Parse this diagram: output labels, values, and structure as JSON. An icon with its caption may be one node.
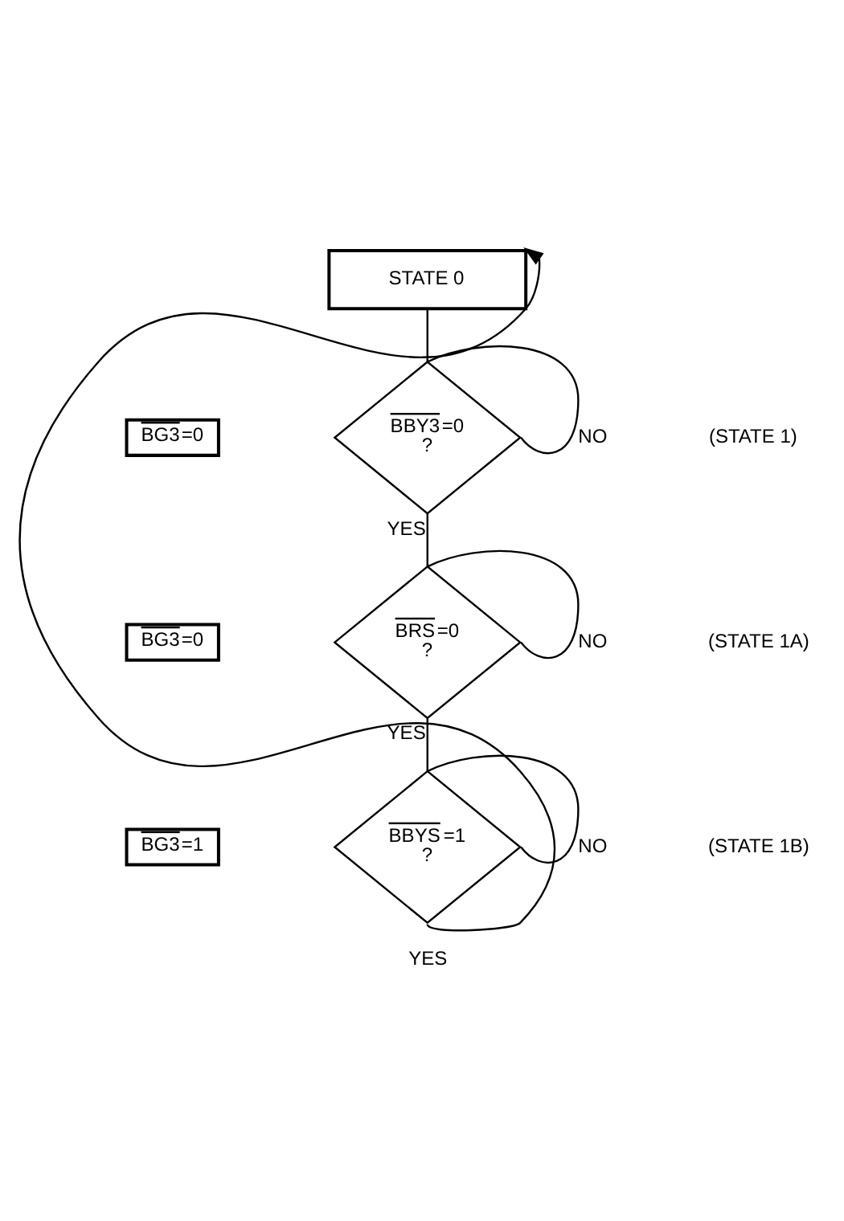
{
  "diagram": {
    "nodes": [
      {
        "text": [
          "STATE 0"
        ]
      },
      {
        "text": [
          "BG3=0"
        ]
      },
      {
        "text": [
          "BBY3=0",
          "?"
        ]
      },
      {
        "text": [
          "BG3=0"
        ]
      },
      {
        "text": [
          "BRS=0",
          "?"
        ]
      },
      {
        "text": [
          "BG3=1"
        ]
      },
      {
        "text": [
          "BBYS=1",
          "?"
        ]
      }
    ],
    "edges": [
      {
        "from": 0,
        "to": 2,
        "arrow": "none"
      },
      {
        "from": 2,
        "to": 2,
        "label": "NO",
        "arrow": "none"
      },
      {
        "from": 2,
        "to": 4,
        "label": "YES",
        "arrow": "none"
      },
      {
        "from": 4,
        "to": 4,
        "label": "NO",
        "arrow": "none"
      },
      {
        "from": 4,
        "to": 6,
        "label": "YES",
        "arrow": "none"
      },
      {
        "from": 6,
        "to": 6,
        "label": "NO",
        "arrow": "none"
      },
      {
        "from": 6,
        "to": 0,
        "label": "YES",
        "arrow": "to"
      }
    ],
    "labels": [
      "(STATE 1)",
      "(STATE 1A)",
      "(STATE 1B)"
    ]
  }
}
